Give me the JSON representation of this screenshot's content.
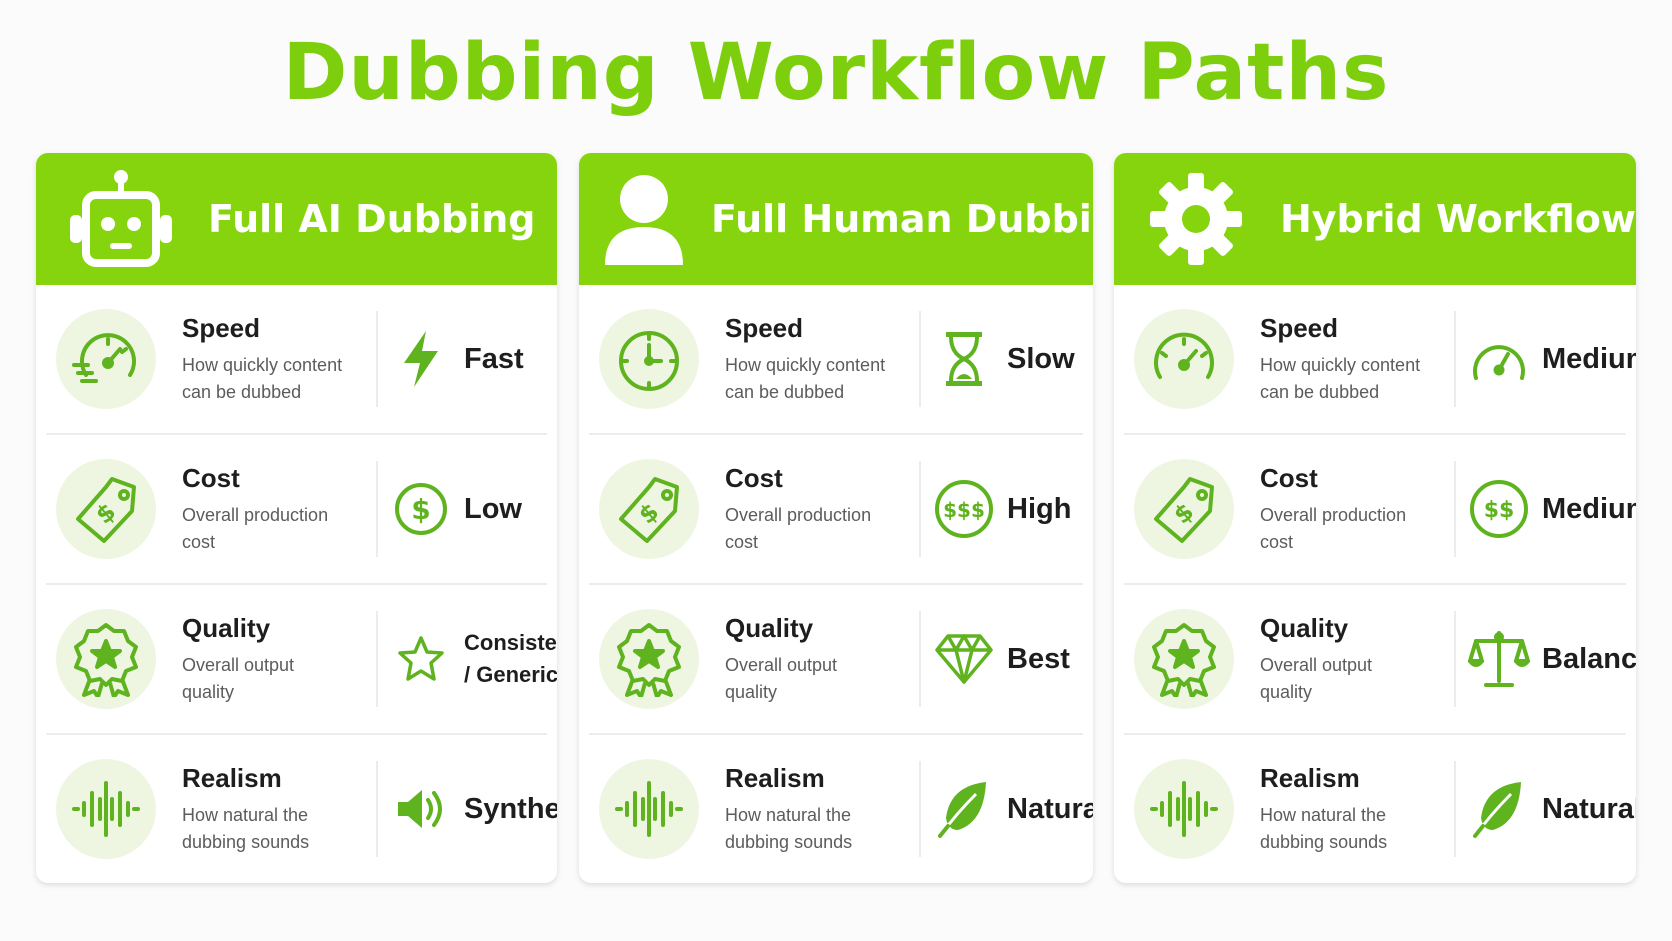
{
  "title": "Dubbing Workflow Paths",
  "colors": {
    "accent": "#86d40d",
    "title": "#7dcf0e",
    "icon_green": "#5fb31f",
    "icon_bg": "#eef6e2"
  },
  "columns": [
    {
      "title": "Full AI Dubbing",
      "icon": "robot-icon",
      "rows": [
        {
          "metric": "Speed",
          "desc1": "How quickly content",
          "desc2": "can be dubbed",
          "metric_icon": "speedometer-icon",
          "value": "Fast",
          "value_icon": "lightning-icon"
        },
        {
          "metric": "Cost",
          "desc1": "Overall production",
          "desc2": "cost",
          "metric_icon": "price-tag-icon",
          "value": "Low",
          "value_icon": "dollar-circle-icon"
        },
        {
          "metric": "Quality",
          "desc1": "Overall output",
          "desc2": "quality",
          "metric_icon": "award-badge-icon",
          "value": "Consistent / Generic",
          "value_icon": "star-icon"
        },
        {
          "metric": "Realism",
          "desc1": "How natural the",
          "desc2": "dubbing sounds",
          "metric_icon": "sound-wave-icon",
          "value": "Synthetic",
          "value_icon": "speaker-icon"
        }
      ]
    },
    {
      "title": "Full Human Dubbing",
      "icon": "person-icon",
      "rows": [
        {
          "metric": "Speed",
          "desc1": "How quickly content",
          "desc2": "can be dubbed",
          "metric_icon": "clock-icon",
          "value": "Slow",
          "value_icon": "hourglass-icon"
        },
        {
          "metric": "Cost",
          "desc1": "Overall production",
          "desc2": "cost",
          "metric_icon": "price-tag-icon",
          "value": "High",
          "value_icon": "triple-dollar-icon"
        },
        {
          "metric": "Quality",
          "desc1": "Overall output",
          "desc2": "quality",
          "metric_icon": "award-badge-icon",
          "value": "Best",
          "value_icon": "diamond-icon"
        },
        {
          "metric": "Realism",
          "desc1": "How natural the",
          "desc2": "dubbing sounds",
          "metric_icon": "sound-wave-icon",
          "value": "Natural",
          "value_icon": "leaf-icon"
        }
      ]
    },
    {
      "title": "Hybrid Workflow",
      "icon": "gear-icon",
      "rows": [
        {
          "metric": "Speed",
          "desc1": "How quickly content",
          "desc2": "can be dubbed",
          "metric_icon": "speedometer-icon",
          "value": "Medium",
          "value_icon": "gauge-icon"
        },
        {
          "metric": "Cost",
          "desc1": "Overall production",
          "desc2": "cost",
          "metric_icon": "price-tag-icon",
          "value": "Medium",
          "value_icon": "double-dollar-icon"
        },
        {
          "metric": "Quality",
          "desc1": "Overall output",
          "desc2": "quality",
          "metric_icon": "award-badge-icon",
          "value": "Balanced",
          "value_icon": "scale-icon"
        },
        {
          "metric": "Realism",
          "desc1": "How natural the",
          "desc2": "dubbing sounds",
          "metric_icon": "sound-wave-icon",
          "value": "Natural",
          "value_icon": "leaf-icon"
        }
      ]
    }
  ]
}
